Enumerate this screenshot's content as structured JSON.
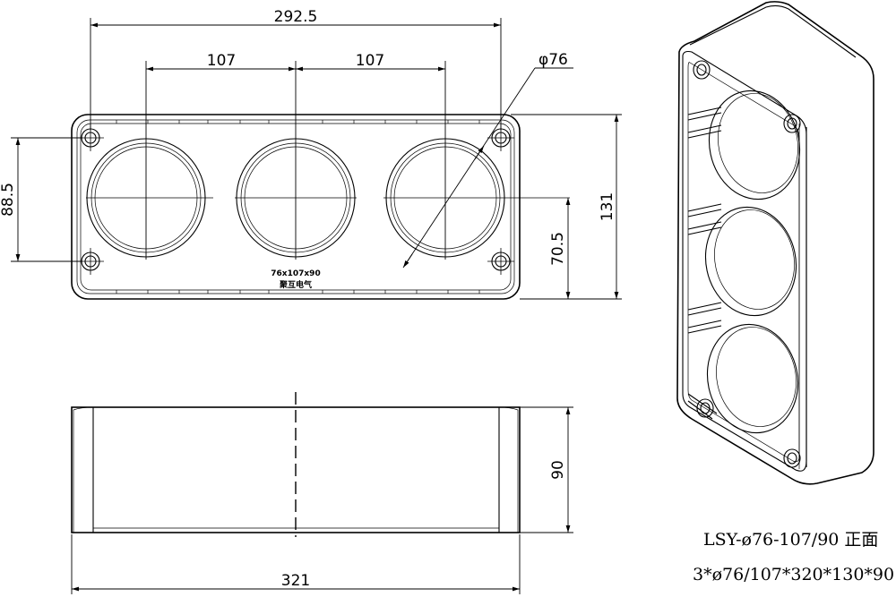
{
  "dimensions": {
    "overall_hole_spacing": "292.5",
    "spacing_left": "107",
    "spacing_right": "107",
    "hole_diameter": "φ76",
    "vertical_hole_spacing": "88.5",
    "center_height": "70.5",
    "front_height": "131",
    "side_height": "90",
    "base_width": "321"
  },
  "panel_label": {
    "size": "76x107x90",
    "brand": "聚互电气"
  },
  "caption": {
    "line1": "LSY-ø76-107/90 正面",
    "line2": "3*ø76/107*320*130*90"
  }
}
